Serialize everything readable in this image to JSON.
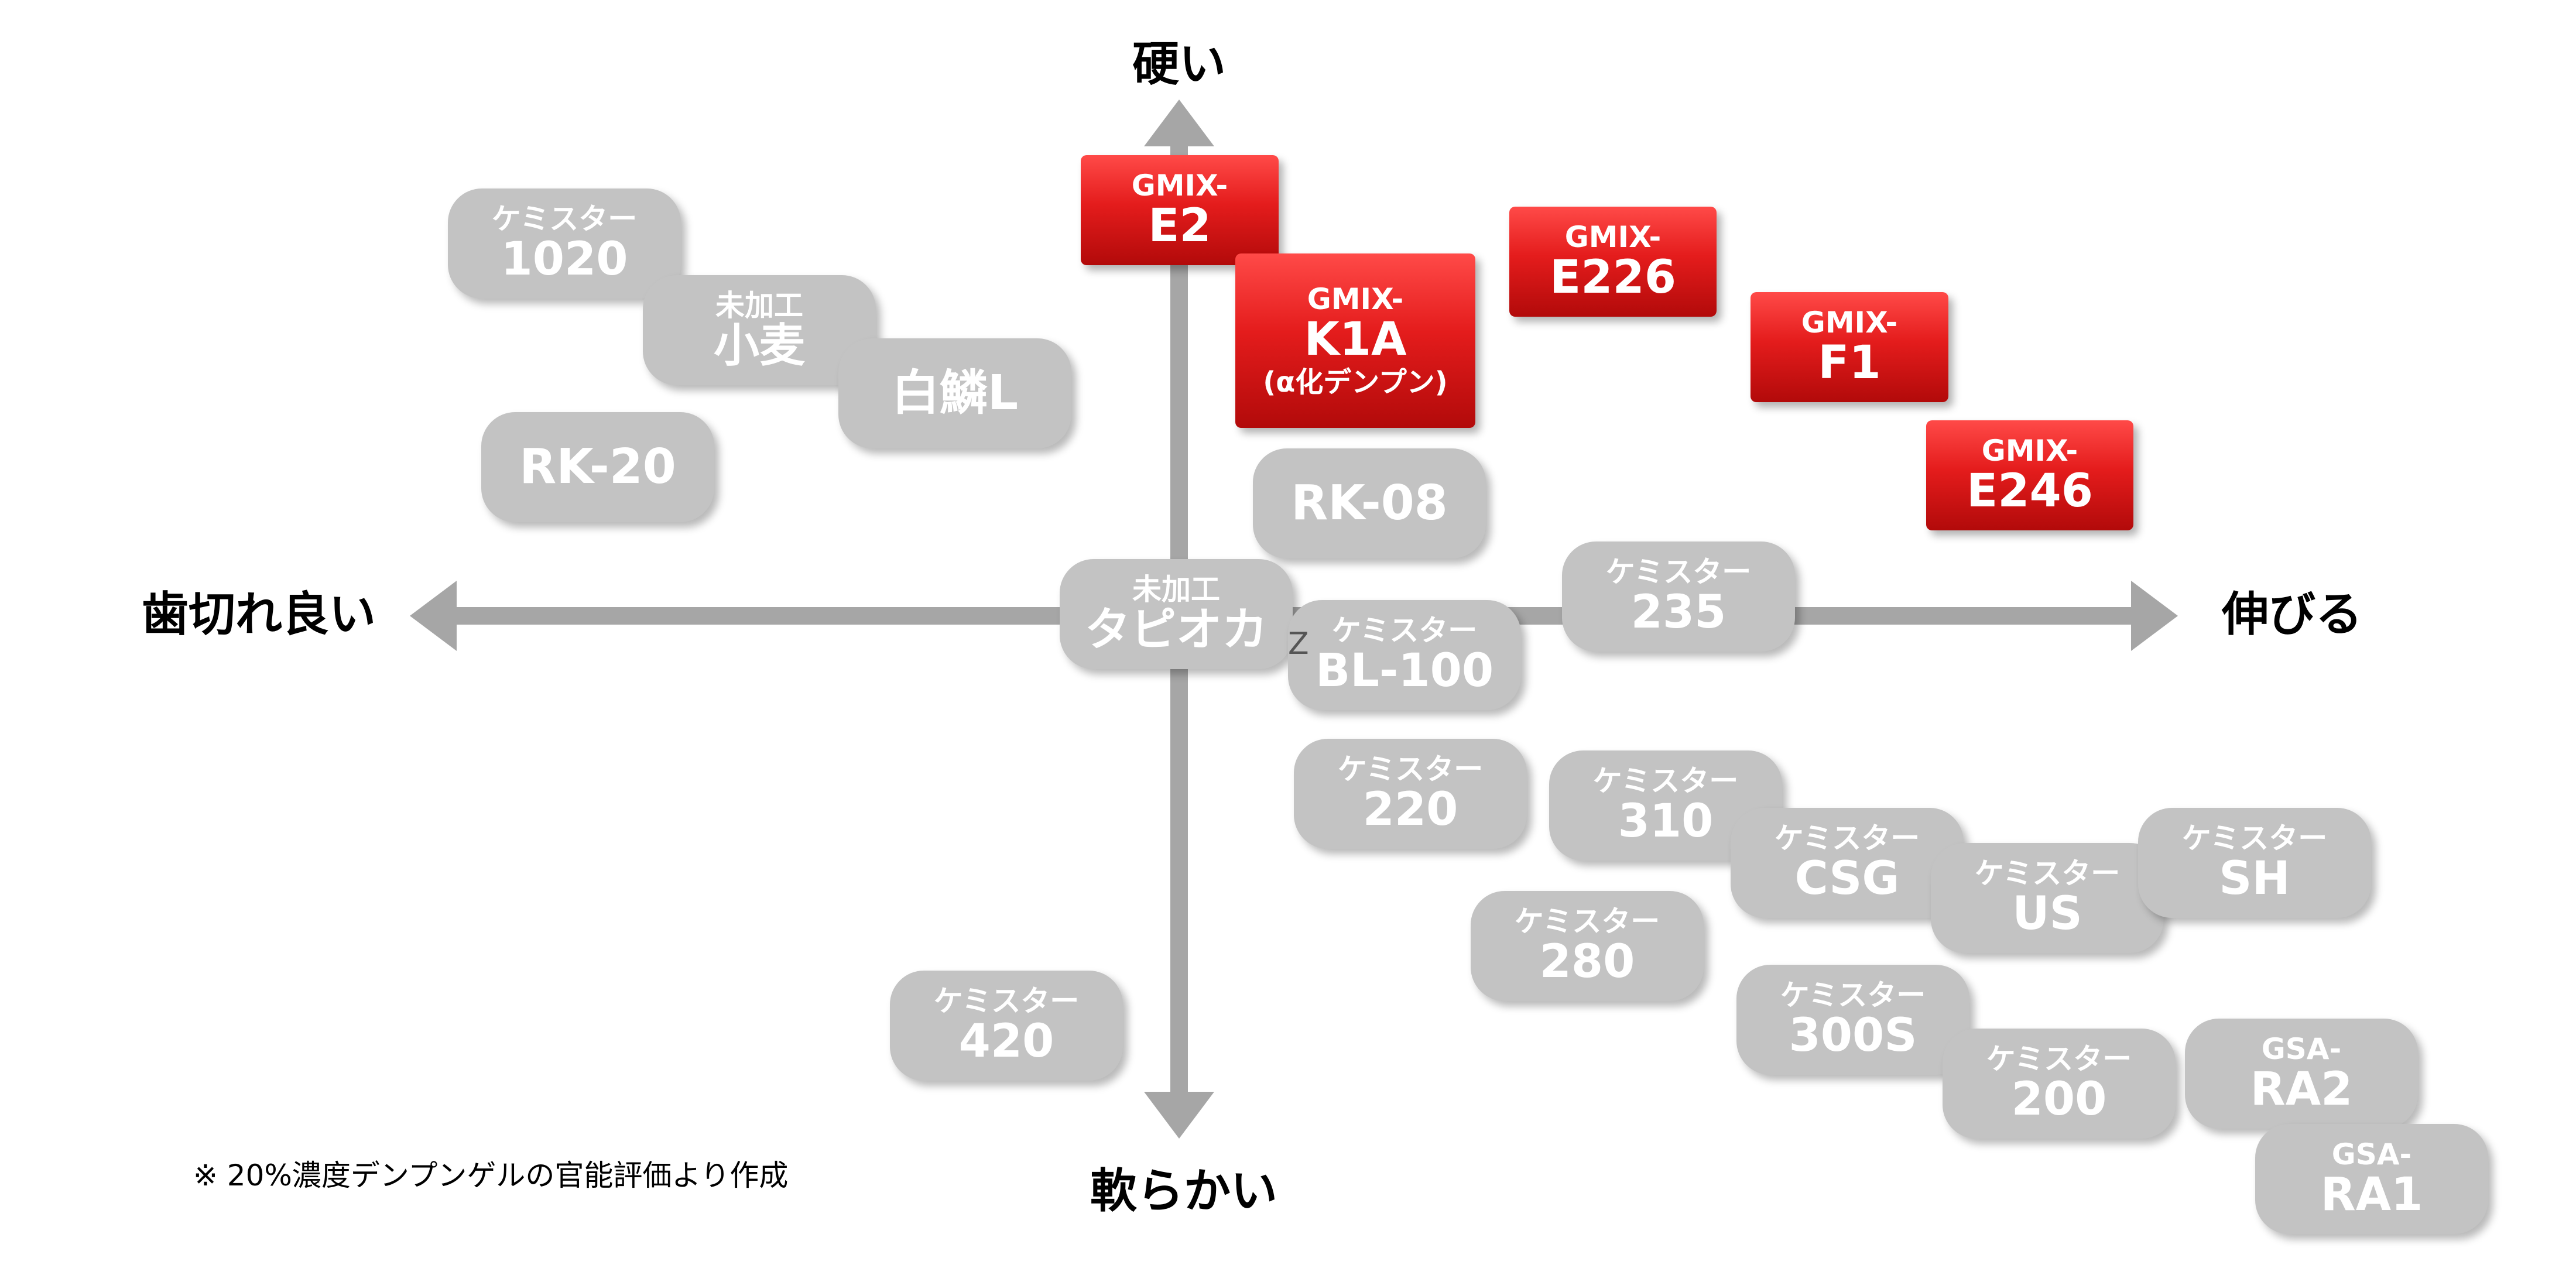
{
  "axes": {
    "top": "硬い",
    "bottom": "軟らかい",
    "left": "歯切れ良い",
    "right": "伸びる"
  },
  "footnote": "※ 20%濃度デンプンゲルの官能評価より作成",
  "colors": {
    "gray_box": "#c3c3c3",
    "red_box": "#e41c1c",
    "axis_arrow": "#a6a6a6",
    "text_on_box": "#ffffff"
  },
  "boxes": [
    {
      "id": "gmix-e2",
      "style": "red",
      "lines": [
        "GMIX-",
        "E2"
      ]
    },
    {
      "id": "gmix-k1a",
      "style": "red",
      "lines": [
        "GMIX-",
        "K1A",
        "(α化デンプン)"
      ]
    },
    {
      "id": "gmix-e226",
      "style": "red",
      "lines": [
        "GMIX-",
        "E226"
      ]
    },
    {
      "id": "gmix-f1",
      "style": "red",
      "lines": [
        "GMIX-",
        "F1"
      ]
    },
    {
      "id": "gmix-e246",
      "style": "red",
      "lines": [
        "GMIX-",
        "E246"
      ]
    },
    {
      "id": "chemister-1020",
      "style": "gray",
      "lines": [
        "ケミスター",
        "1020"
      ]
    },
    {
      "id": "mikako-komugi",
      "style": "gray",
      "lines": [
        "未加工",
        "小麦"
      ]
    },
    {
      "id": "hakurin-l",
      "style": "gray",
      "lines": [
        "白鱗L"
      ]
    },
    {
      "id": "rk-20",
      "style": "gray",
      "lines": [
        "RK-20"
      ]
    },
    {
      "id": "rk-08",
      "style": "gray",
      "lines": [
        "RK-08"
      ]
    },
    {
      "id": "mikako-tapioca",
      "style": "gray",
      "lines": [
        "未加工",
        "タピオカ"
      ]
    },
    {
      "id": "chemister-235",
      "style": "gray",
      "lines": [
        "ケミスター",
        "235"
      ]
    },
    {
      "id": "chemister-bl100",
      "style": "gray",
      "lines": [
        "ケミスター",
        "BL-100"
      ],
      "prefix": "Z"
    },
    {
      "id": "chemister-220",
      "style": "gray",
      "lines": [
        "ケミスター",
        "220"
      ]
    },
    {
      "id": "chemister-310",
      "style": "gray",
      "lines": [
        "ケミスター",
        "310"
      ]
    },
    {
      "id": "chemister-csg",
      "style": "gray",
      "lines": [
        "ケミスター",
        "CSG"
      ]
    },
    {
      "id": "chemister-us",
      "style": "gray",
      "lines": [
        "ケミスター",
        "US"
      ]
    },
    {
      "id": "chemister-sh",
      "style": "gray",
      "lines": [
        "ケミスター",
        "SH"
      ]
    },
    {
      "id": "chemister-280",
      "style": "gray",
      "lines": [
        "ケミスター",
        "280"
      ]
    },
    {
      "id": "chemister-420",
      "style": "gray",
      "lines": [
        "ケミスター",
        "420"
      ]
    },
    {
      "id": "chemister-300s",
      "style": "gray",
      "lines": [
        "ケミスター",
        "300S"
      ]
    },
    {
      "id": "chemister-200",
      "style": "gray",
      "lines": [
        "ケミスター",
        "200"
      ]
    },
    {
      "id": "gsa-ra2",
      "style": "gray",
      "lines": [
        "GSA-",
        "RA2"
      ]
    },
    {
      "id": "gsa-ra1",
      "style": "gray",
      "lines": [
        "GSA-",
        "RA1"
      ]
    }
  ]
}
